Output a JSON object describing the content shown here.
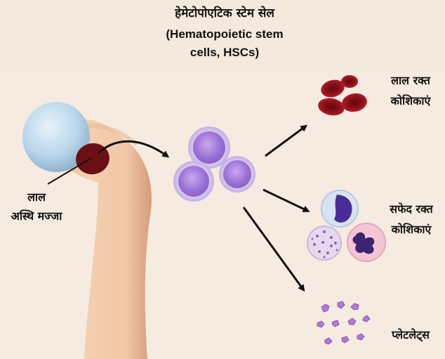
{
  "title": {
    "hindi": "हेमेटोपोएटिक स्टेम सेल",
    "english_line1": "(Hematopoietic stem",
    "english_line2": "cells, HSCs)"
  },
  "labels": {
    "marrow_line1": "लाल",
    "marrow_line2": "अस्थि मज्जा",
    "rbc_line1": "लाल रक्त",
    "rbc_line2": "कोशिकाएं",
    "wbc_line1": "सफेद रक्त",
    "wbc_line2": "कोशिकाएं",
    "platelets": "प्लेटलेट्स"
  },
  "colors": {
    "header_bg": "#f3e9dc",
    "background": "#f6ebe0",
    "bone": "#f1c7a6",
    "bone_shadow": "#dba586",
    "cartilage": "#b9d6ea",
    "marrow": "#6b0f16",
    "stem_cell": "#a98ad6",
    "stem_nucleus": "#7a4fc4",
    "rbc": "#a3121d",
    "wbc_nucleus": "#4a2b9a",
    "platelet": "#b07ad8"
  }
}
